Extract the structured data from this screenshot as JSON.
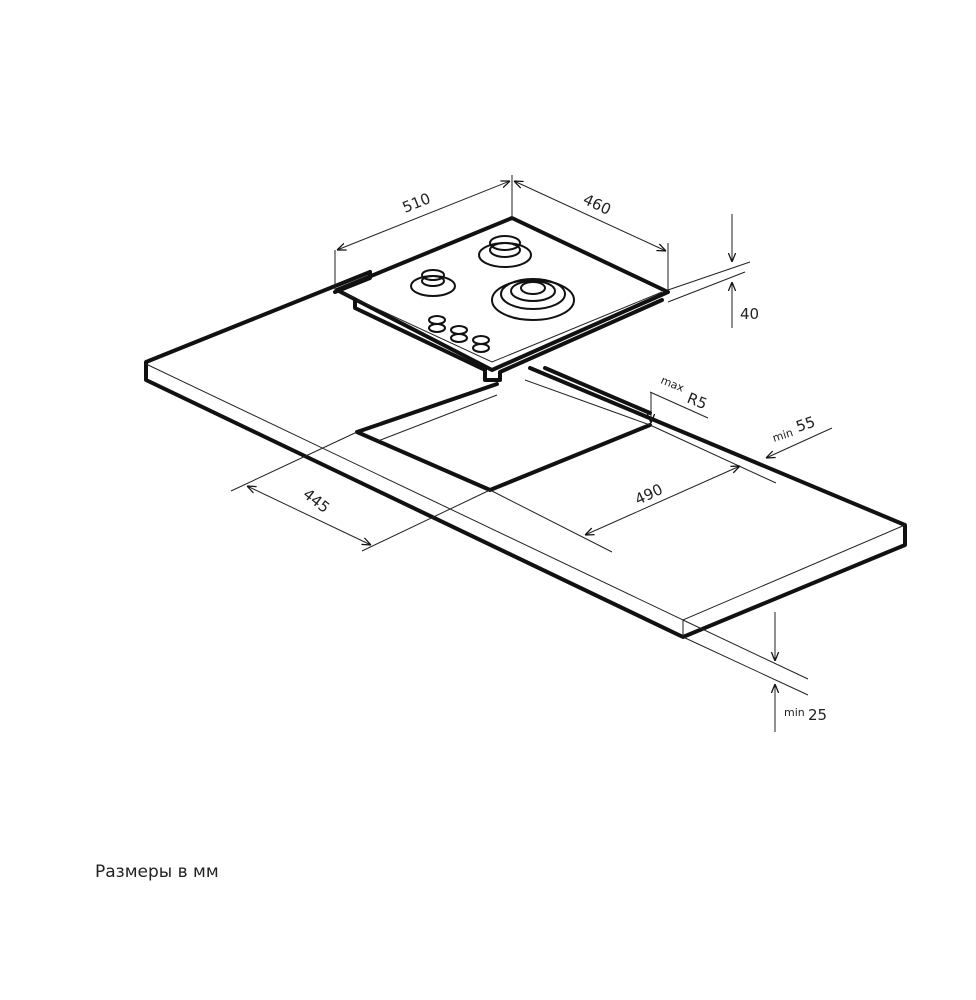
{
  "dimensions": {
    "hob_width": "510",
    "hob_depth": "460",
    "hob_height": "40",
    "corner_radius_prefix": "max",
    "corner_radius": "R5",
    "back_clearance_prefix": "min",
    "back_clearance": "55",
    "cutout_width": "490",
    "cutout_depth": "445",
    "worktop_thickness_prefix": "min",
    "worktop_thickness": "25"
  },
  "caption": "Размеры в мм",
  "colors": {
    "line": "#111111",
    "background": "#ffffff"
  }
}
